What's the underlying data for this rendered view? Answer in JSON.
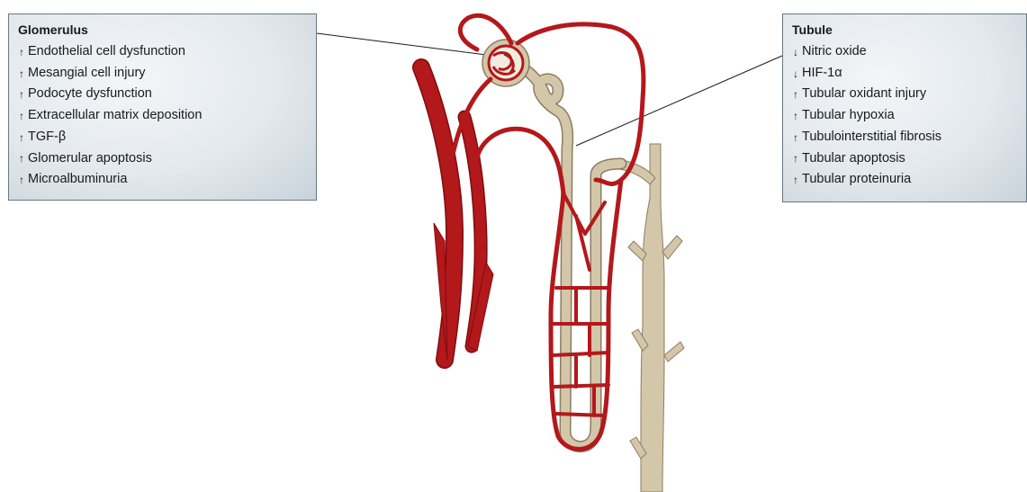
{
  "glomerulus": {
    "title": "Glomerulus",
    "items": [
      {
        "arrow": "up-arrow",
        "text": "Endothelial cell dysfunction"
      },
      {
        "arrow": "up-arrow",
        "text": "Mesangial cell injury"
      },
      {
        "arrow": "up-arrow",
        "text": "Podocyte dysfunction"
      },
      {
        "arrow": "up-arrow",
        "text": "Extracellular matrix deposition"
      },
      {
        "arrow": "up-arrow",
        "text": "TGF-β"
      },
      {
        "arrow": "up-arrow",
        "text": "Glomerular apoptosis"
      },
      {
        "arrow": "up-arrow",
        "text": "Microalbuminuria"
      }
    ]
  },
  "tubule": {
    "title": "Tubule",
    "items": [
      {
        "arrow": "down-arrow",
        "text": "Nitric oxide"
      },
      {
        "arrow": "down-arrow",
        "text": "HIF-1α"
      },
      {
        "arrow": "up-arrow",
        "text": "Tubular oxidant injury"
      },
      {
        "arrow": "up-arrow",
        "text": "Tubular hypoxia"
      },
      {
        "arrow": "up-arrow",
        "text": "Tubulointerstitial fibrosis"
      },
      {
        "arrow": "up-arrow",
        "text": "Tubular apoptosis"
      },
      {
        "arrow": "up-arrow",
        "text": "Tubular proteinuria"
      }
    ]
  },
  "colors": {
    "vessel": "#b3181b",
    "vessel_dark": "#7d0d10",
    "tubule": "#d4c6a8",
    "tubule_edge": "#8b7d62",
    "box_border": "#6b7780",
    "leader_line": "#1a1a1a"
  },
  "icons": {
    "up-arrow": "↑",
    "down-arrow": "↓"
  }
}
